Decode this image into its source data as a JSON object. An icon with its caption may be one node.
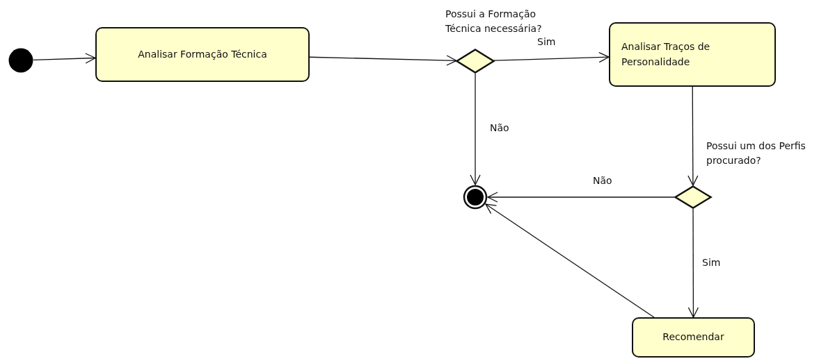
{
  "diagram": {
    "nodes": [
      {
        "text": [],
        "shape": "circle"
      },
      {
        "text": [
          "Analisar Formação Técnica"
        ]
      },
      {
        "text": [],
        "shape": "diamond",
        "beside": [
          "Possui a Formação Técnica necessária?"
        ]
      },
      {
        "text": [
          "Analisar Traços de Personalidade"
        ]
      },
      {
        "text": [],
        "shape": "diamond",
        "beside": [
          "Possui um dos Perfis procurado?"
        ]
      },
      {
        "text": [],
        "shape": "bullseye"
      },
      {
        "text": [
          "Recomendar"
        ]
      }
    ],
    "edges": [
      {
        "from": 0,
        "to": 1,
        "arrow": "to"
      },
      {
        "from": 1,
        "to": 2,
        "arrow": "to"
      },
      {
        "from": 2,
        "to": 3,
        "arrow": "to",
        "label": "Sim"
      },
      {
        "from": 2,
        "to": 5,
        "arrow": "to",
        "label": "Não"
      },
      {
        "from": 3,
        "to": 4,
        "arrow": "to"
      },
      {
        "from": 4,
        "to": 5,
        "arrow": "to",
        "label": "Não"
      },
      {
        "from": 4,
        "to": 6,
        "arrow": "to",
        "label": "Sim"
      },
      {
        "from": 6,
        "to": 5,
        "arrow": "to"
      }
    ]
  }
}
